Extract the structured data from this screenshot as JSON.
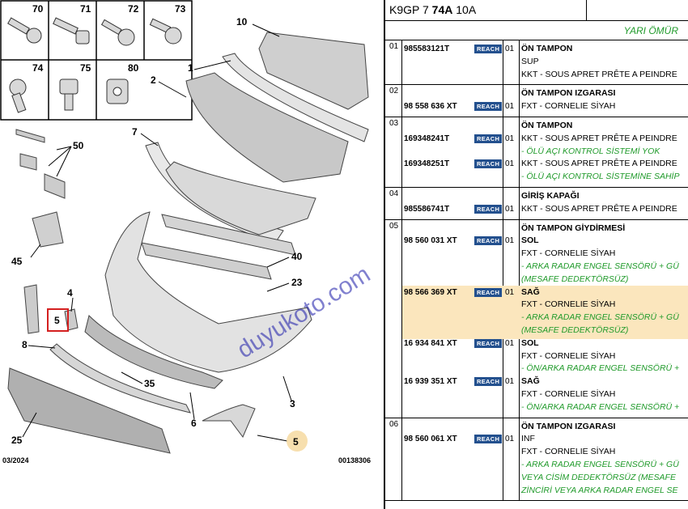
{
  "diagram": {
    "thumbnails": [
      "70",
      "71",
      "72",
      "73",
      "74",
      "75",
      "80"
    ],
    "callouts": [
      "10",
      "1",
      "2",
      "50",
      "7",
      "45",
      "40",
      "23",
      "4",
      "5",
      "8",
      "35",
      "6",
      "3",
      "25",
      "5"
    ],
    "footer_left": "03/2024",
    "footer_right": "00138306",
    "watermark": "duyukoto.com",
    "highlight_ring_color": "#f5c46e",
    "selected_box_color": "#d42020"
  },
  "table": {
    "model_code_prefix": "K9GP 7 ",
    "model_code_bold": "74A",
    "model_code_suffix": " 10A",
    "life_label": "YARI ÖMÜR",
    "reach_label": "REACH",
    "groups": [
      {
        "no": "01",
        "lines": [
          {
            "pn": "985583121T",
            "reach": true,
            "qty": "01",
            "desc": "ÖN TAMPON",
            "kind": "title"
          },
          {
            "desc": "SUP"
          },
          {
            "desc": "KKT - SOUS APRET PRÊTE A PEINDRE"
          }
        ]
      },
      {
        "no": "02",
        "lines": [
          {
            "pn": "",
            "desc": "ÖN TAMPON IZGARASI",
            "kind": "title"
          },
          {
            "pn": "98 558 636 XT",
            "reach": true,
            "qty": "01",
            "desc": "FXT - CORNELIE SİYAH"
          }
        ]
      },
      {
        "no": "03",
        "lines": [
          {
            "desc": "ÖN TAMPON",
            "kind": "title"
          },
          {
            "pn": "169348241T",
            "reach": true,
            "qty": "01",
            "desc": "KKT - SOUS APRET PRÊTE A PEINDRE"
          },
          {
            "desc": "- ÖLÜ AÇI KONTROL SİSTEMİ YOK",
            "kind": "note"
          },
          {
            "pn": "169348251T",
            "reach": true,
            "qty": "01",
            "desc": "KKT - SOUS APRET PRÊTE A PEINDRE"
          },
          {
            "desc": "- ÖLÜ AÇI KONTROL SİSTEMİNE SAHİP",
            "kind": "note"
          }
        ]
      },
      {
        "no": "04",
        "lines": [
          {
            "desc": "GİRİŞ KAPAĞI",
            "kind": "title"
          },
          {
            "pn": "985586741T",
            "reach": true,
            "qty": "01",
            "desc": "KKT - SOUS APRET PRÊTE A PEINDRE"
          }
        ]
      },
      {
        "no": "05",
        "lines": [
          {
            "desc": "ÖN TAMPON GİYDİRMESİ",
            "kind": "title"
          },
          {
            "pn": "98 560 031 XT",
            "reach": true,
            "qty": "01",
            "desc": "SOL",
            "kind": "title"
          },
          {
            "desc": "FXT - CORNELIE SİYAH"
          },
          {
            "desc": "- ARKA RADAR ENGEL SENSÖRÜ + GÜ",
            "kind": "note"
          },
          {
            "desc": "(MESAFE DEDEKTÖRSÜZ)",
            "kind": "note"
          },
          {
            "pn": "98 566 369 XT",
            "reach": true,
            "qty": "01",
            "desc": "SAĞ",
            "kind": "title",
            "highlight": true
          },
          {
            "desc": "FXT - CORNELIE SİYAH",
            "highlight": true
          },
          {
            "desc": "- ARKA RADAR ENGEL SENSÖRÜ + GÜ",
            "kind": "note",
            "highlight": true
          },
          {
            "desc": "(MESAFE DEDEKTÖRSÜZ)",
            "kind": "note",
            "highlight": true
          },
          {
            "pn": "16 934 841 XT",
            "reach": true,
            "qty": "01",
            "desc": "SOL",
            "kind": "title"
          },
          {
            "desc": "FXT - CORNELIE SİYAH"
          },
          {
            "desc": "- ÖN/ARKA RADAR ENGEL SENSÖRÜ +",
            "kind": "note"
          },
          {
            "pn": "16 939 351 XT",
            "reach": true,
            "qty": "01",
            "desc": "SAĞ",
            "kind": "title"
          },
          {
            "desc": "FXT - CORNELIE SİYAH"
          },
          {
            "desc": "- ÖN/ARKA RADAR ENGEL SENSÖRÜ +",
            "kind": "note"
          }
        ]
      },
      {
        "no": "06",
        "lines": [
          {
            "desc": "ÖN TAMPON IZGARASI",
            "kind": "title"
          },
          {
            "pn": "98 560 061 XT",
            "reach": true,
            "qty": "01",
            "desc": "INF"
          },
          {
            "desc": "FXT - CORNELIE SİYAH"
          },
          {
            "desc": "- ARKA RADAR ENGEL SENSÖRÜ + GÜ",
            "kind": "note"
          },
          {
            "desc": "VEYA CİSİM DEDEKTÖRSÜZ (MESAFE",
            "kind": "note"
          },
          {
            "desc": "ZİNCİRİ VEYA ARKA RADAR ENGEL SE",
            "kind": "note"
          }
        ]
      }
    ]
  }
}
